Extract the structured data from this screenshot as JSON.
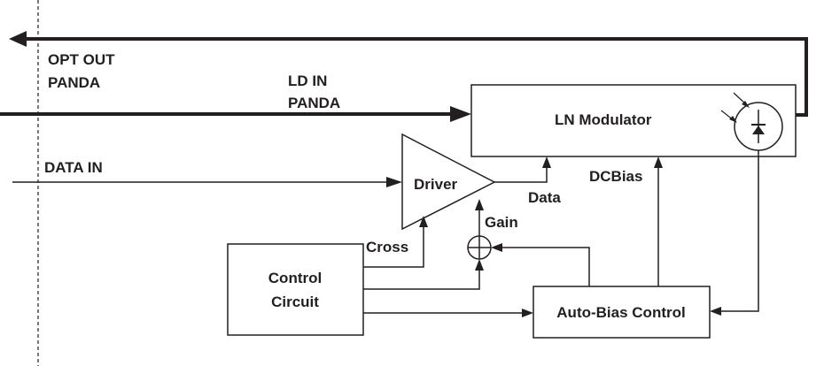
{
  "labels": {
    "opt_out_line1": "OPT OUT",
    "opt_out_line2": "PANDA",
    "ld_in_line1": "LD IN",
    "ld_in_line2": "PANDA",
    "data_in": "DATA IN",
    "ln_modulator": "LN Modulator",
    "driver": "Driver",
    "data": "Data",
    "dcbias": "DCBias",
    "gain": "Gain",
    "cross": "Cross",
    "control_circuit_line1": "Control",
    "control_circuit_line2": "Circuit",
    "auto_bias_control": "Auto-Bias Control"
  },
  "colors": {
    "ink": "#231f20",
    "background": "#ffffff"
  }
}
